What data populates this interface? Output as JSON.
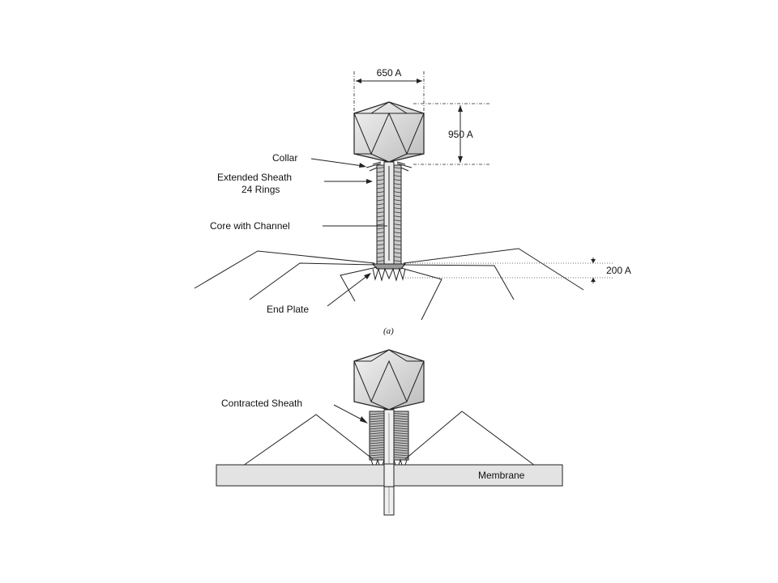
{
  "figure_a": {
    "dimensions": {
      "head_width": "650 A",
      "head_height": "950 A",
      "plate_height": "200 A"
    },
    "labels": {
      "collar": "Collar",
      "sheath_line1": "Extended Sheath",
      "sheath_line2": "24 Rings",
      "core": "Core with Channel",
      "end_plate": "End Plate"
    },
    "caption": "(a)"
  },
  "figure_b": {
    "labels": {
      "contracted_sheath": "Contracted Sheath",
      "membrane": "Membrane"
    }
  },
  "colors": {
    "ink": "#222222",
    "head_fill": "#d9d9d9",
    "sheath_fill": "#bdbdbd",
    "membrane_fill": "#e0e0e0"
  }
}
